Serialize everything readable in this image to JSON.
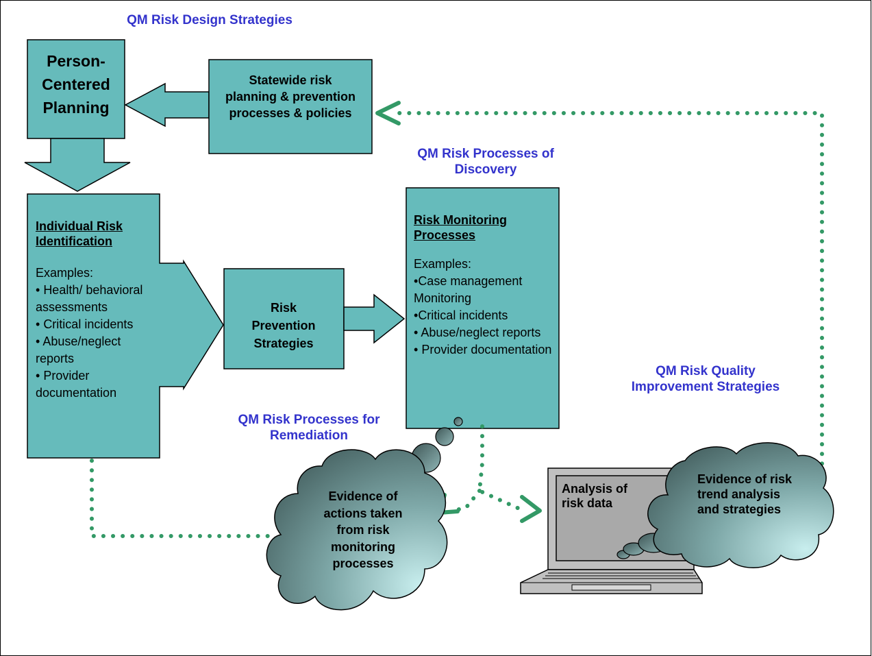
{
  "headings": {
    "design": "QM Risk Design Strategies",
    "discovery": "QM Risk Processes of Discovery",
    "remediation": "QM Risk Processes for Remediation",
    "quality": "QM Risk Quality Improvement Strategies"
  },
  "person_centered": "Person-Centered Planning",
  "statewide": "Statewide risk planning & prevention processes & policies",
  "individual": {
    "title": "Individual Risk Identification",
    "examples_label": "Examples:",
    "items": [
      "Health/ behavioral assessments",
      "Critical incidents",
      "Abuse/neglect reports",
      "Provider documentation"
    ]
  },
  "prevention": "Risk Prevention Strategies",
  "monitoring": {
    "title": "Risk Monitoring Processes",
    "examples_label": "Examples:",
    "items": [
      "Case management Monitoring",
      "Critical incidents",
      "Abuse/neglect reports",
      "Provider documentation"
    ]
  },
  "evidence_actions": "Evidence of actions taken from risk monitoring processes",
  "analysis": "Analysis of risk data",
  "evidence_trend": "Evidence of risk trend analysis and strategies",
  "colors": {
    "teal": "#66bbbb",
    "heading_blue": "#3333cc",
    "dotted_green": "#339966"
  }
}
